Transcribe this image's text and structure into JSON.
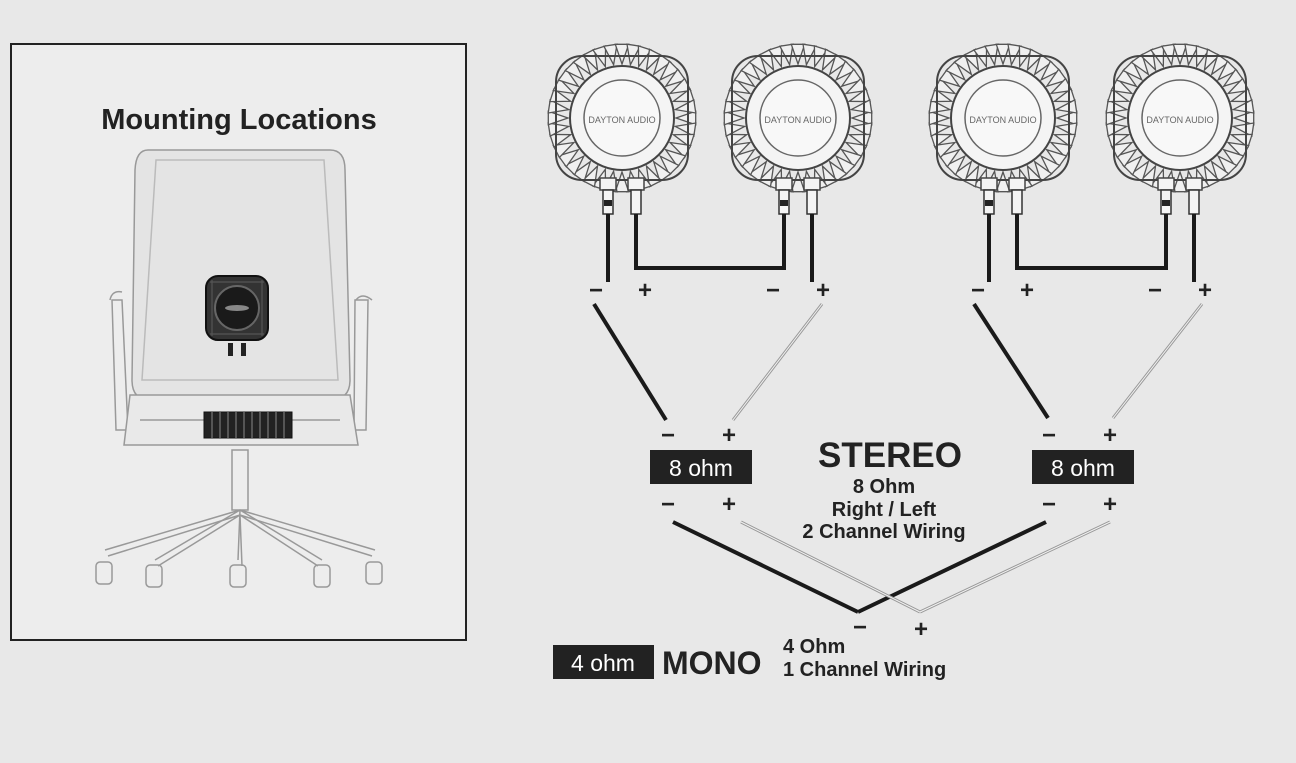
{
  "panel": {
    "title": "Mounting Locations"
  },
  "transducers": [
    {
      "brand": "DAYTON AUDIO",
      "terminals": {
        "neg": "−",
        "pos": "+"
      }
    },
    {
      "brand": "DAYTON AUDIO",
      "terminals": {
        "neg": "−",
        "pos": "+"
      }
    },
    {
      "brand": "DAYTON AUDIO",
      "terminals": {
        "neg": "−",
        "pos": "+"
      }
    },
    {
      "brand": "DAYTON AUDIO",
      "terminals": {
        "neg": "−",
        "pos": "+"
      }
    }
  ],
  "stereo": {
    "heading": "STEREO",
    "lines": [
      "8 Ohm",
      "Right / Left",
      "2 Channel Wiring"
    ],
    "left_badge": "8 ohm",
    "right_badge": "8 ohm",
    "neg": "−",
    "pos": "+"
  },
  "mono": {
    "badge": "4 ohm",
    "heading": "MONO",
    "lines": [
      "4 Ohm",
      "1 Channel Wiring"
    ],
    "neg": "−",
    "pos": "+"
  },
  "colors": {
    "background": "#e8e8e8",
    "badge": "#222222",
    "wire_dark": "#1a1a1a",
    "wire_light": "#9a9a9a"
  }
}
